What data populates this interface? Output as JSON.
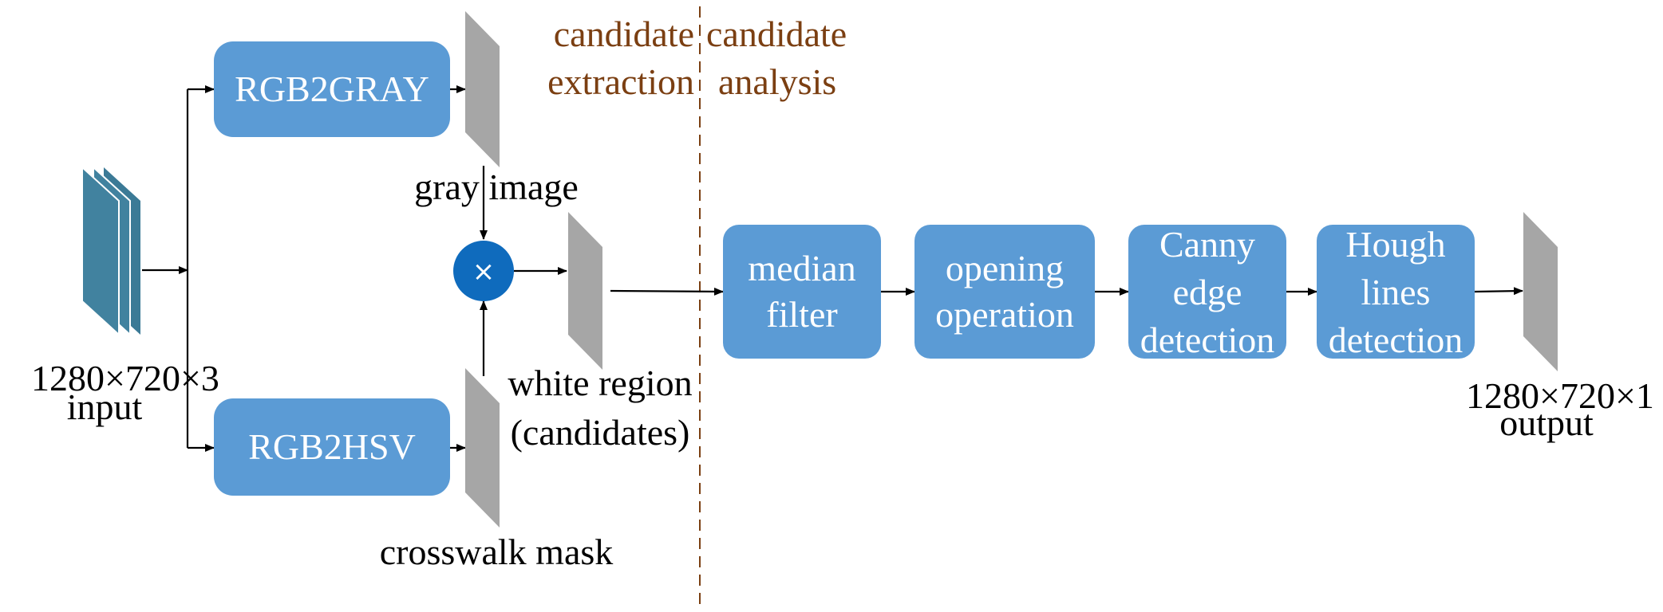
{
  "colors": {
    "box_fill": "#5b9bd5",
    "box_text": "#ffffff",
    "feature_map": "#a6a6a6",
    "input_stack": "#41829f",
    "multiply_node": "#0f6bbd",
    "section_text": "#7b3f12",
    "divider": "#7b3f12"
  },
  "sections": {
    "left": [
      "candidate",
      "extraction"
    ],
    "right": [
      "candidate",
      "analysis"
    ]
  },
  "input": {
    "size": "1280×720×3",
    "label": "input"
  },
  "output": {
    "size": "1280×720×1",
    "label": "output"
  },
  "boxes": {
    "rgb2gray": [
      "RGB2GRAY"
    ],
    "rgb2hsv": [
      "RGB2HSV"
    ],
    "median": [
      "median",
      "filter"
    ],
    "opening": [
      "opening",
      "operation"
    ],
    "canny": [
      "Canny",
      "edge",
      "detection"
    ],
    "hough": [
      "Hough",
      "lines",
      "detection"
    ]
  },
  "captions": {
    "gray_image": "gray  image",
    "crosswalk_mask": "crosswalk mask",
    "white_region": [
      "white region",
      "(candidates)"
    ]
  },
  "multiply_symbol": "×",
  "icons": [
    "input-stack-icon",
    "feature-map-icon",
    "multiply-icon",
    "arrow-icon"
  ]
}
